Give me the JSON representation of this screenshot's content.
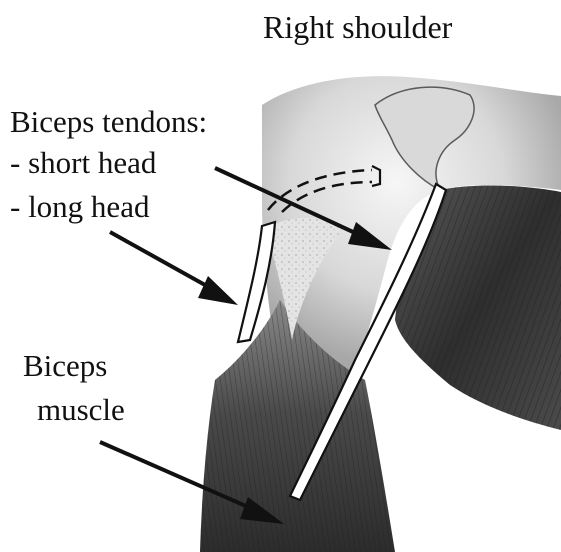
{
  "labels": {
    "title": "Right shoulder",
    "tendons_heading": "Biceps tendons:",
    "short_head": "- short head",
    "long_head": "- long head",
    "muscle_line1": "Biceps",
    "muscle_line2": "muscle"
  },
  "colors": {
    "ink": "#111111",
    "background": "#ffffff",
    "muscle_dark": "#3a3a3a",
    "bone_light": "#eaeaea"
  }
}
